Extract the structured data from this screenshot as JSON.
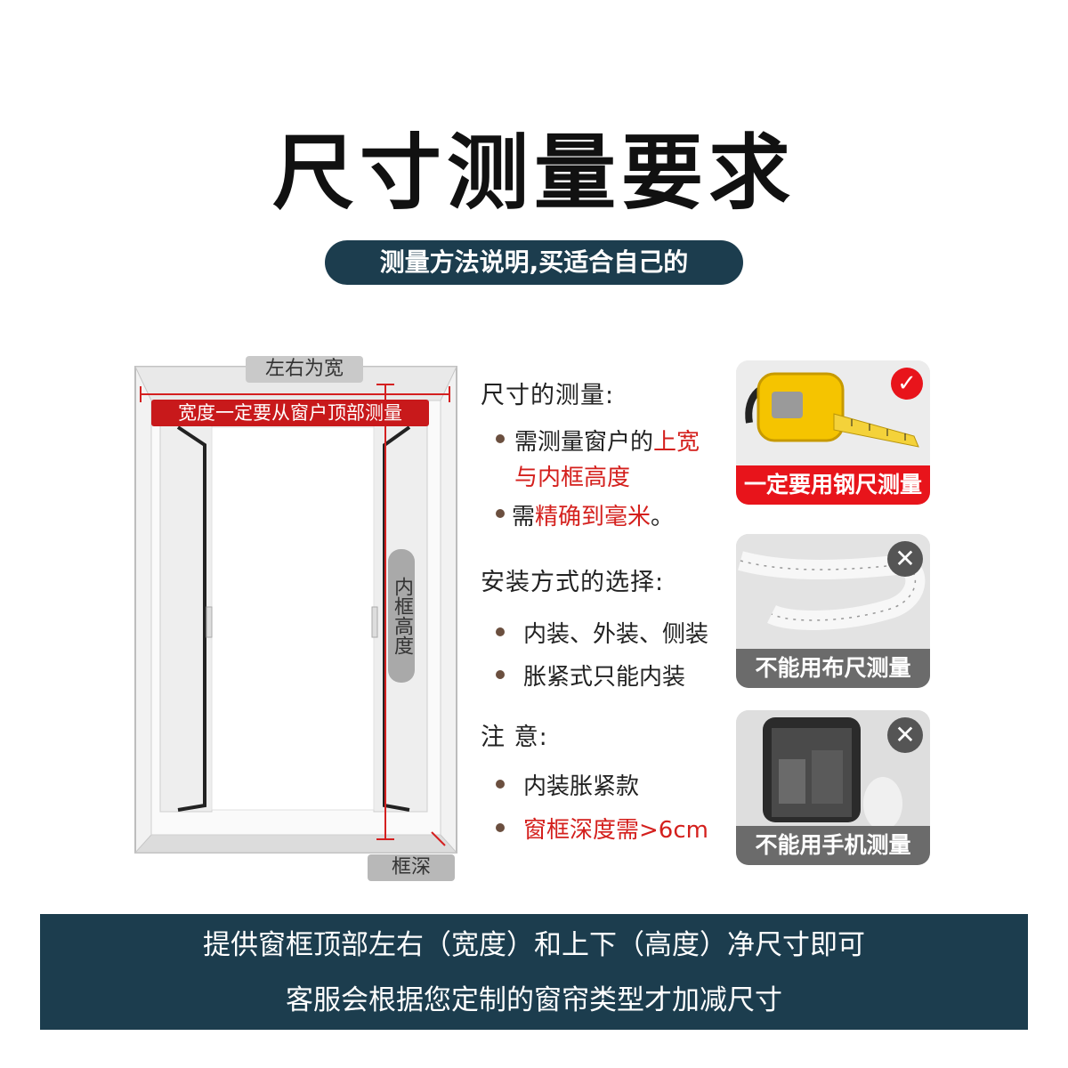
{
  "header": {
    "title": "尺寸测量要求",
    "subtitle": "测量方法说明,买适合自己的"
  },
  "diagram": {
    "width_tag": "左右为宽",
    "top_note": "宽度一定要从窗户顶部测量",
    "height_tag": "内框高度",
    "depth_tag": "框深"
  },
  "info": {
    "measure_heading": "尺寸的测量:",
    "measure_item1_prefix": "需测量窗户的",
    "measure_item1_red": "上宽",
    "measure_item1_line2": "与内框高度",
    "measure_item2_prefix": "需",
    "measure_item2_red": "精确到毫米",
    "measure_item2_suffix": "。",
    "install_heading": "安装方式的选择:",
    "install_item1": "内装、外装、侧装",
    "install_item2": "胀紧式只能内装",
    "note_heading": "注 意:",
    "note_item1": "内装胀紧款",
    "note_item2": "窗框深度需>6cm"
  },
  "cards": [
    {
      "label": "一定要用钢尺测量",
      "mark": "check-icon",
      "color": "#e8141b"
    },
    {
      "label": "不能用布尺测量",
      "mark": "cross-icon",
      "color": "#6b6b6b"
    },
    {
      "label": "不能用手机测量",
      "mark": "cross-icon",
      "color": "#6b6b6b"
    }
  ],
  "footer": {
    "line1": "提供窗框顶部左右（宽度）和上下（高度）净尺寸即可",
    "line2": "客服会根据您定制的窗帘类型才加减尺寸"
  }
}
